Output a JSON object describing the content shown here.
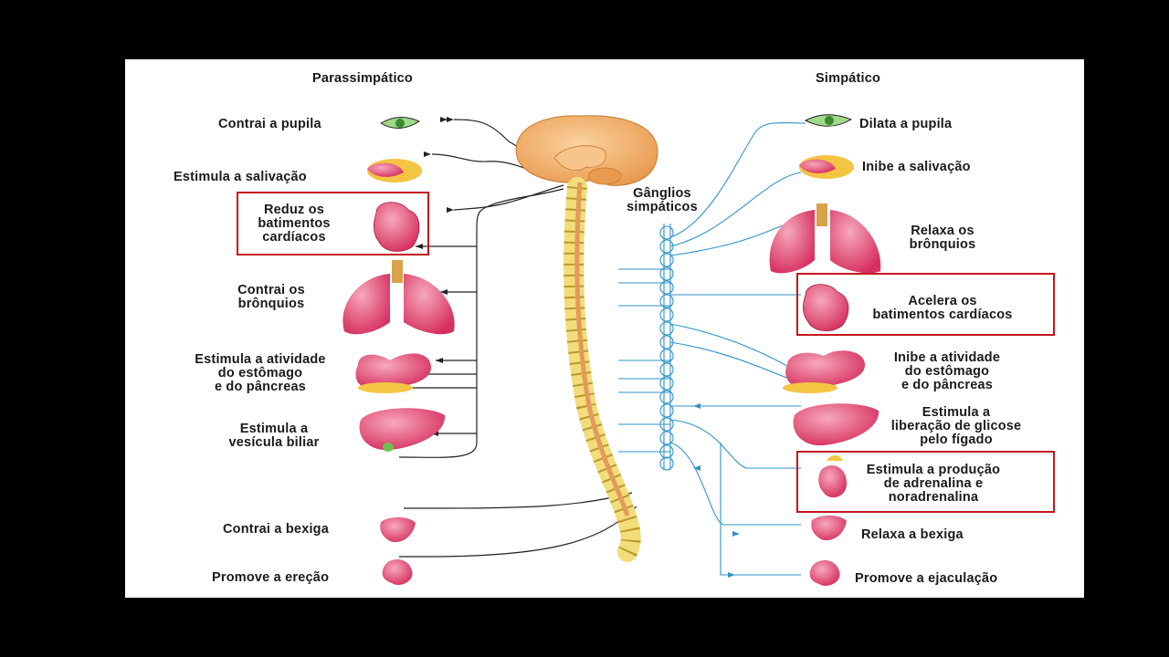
{
  "diagram": {
    "left_title": "Parassimpático",
    "right_title": "Simpático",
    "ganglia_label": "Gânglios\nsimpáticos",
    "parasympathetic": [
      "Contrai a pupila",
      "Estimula a salivação",
      "Reduz os\nbatimentos\ncardíacos",
      "Contrai os\nbrônquios",
      "Estimula a atividade\ndo estômago\ne do pâncreas",
      "Estimula a\nvesícula biliar",
      "Contrai a bexiga",
      "Promove a ereção"
    ],
    "sympathetic": [
      "Dilata a pupila",
      "Inibe a salivação",
      "Relaxa os\nbrônquios",
      "Acelera os\nbatimentos cardíacos",
      "Inibe a atividade\ndo estômago\ne do pâncreas",
      "Estimula a\nliberação de glicose\npelo fígado",
      "Estimula a produção\nde adrenalina e\nnoradrenalina",
      "Relaxa a bexiga",
      "Promove a ejaculação"
    ],
    "colors": {
      "parasympathetic_nerve": "#222222",
      "sympathetic_nerve": "#2f93c9",
      "highlight": "#c4161c",
      "organ": "#e0456a",
      "brain": "#f2a65a",
      "vertebra": "#f3dc7a"
    }
  }
}
